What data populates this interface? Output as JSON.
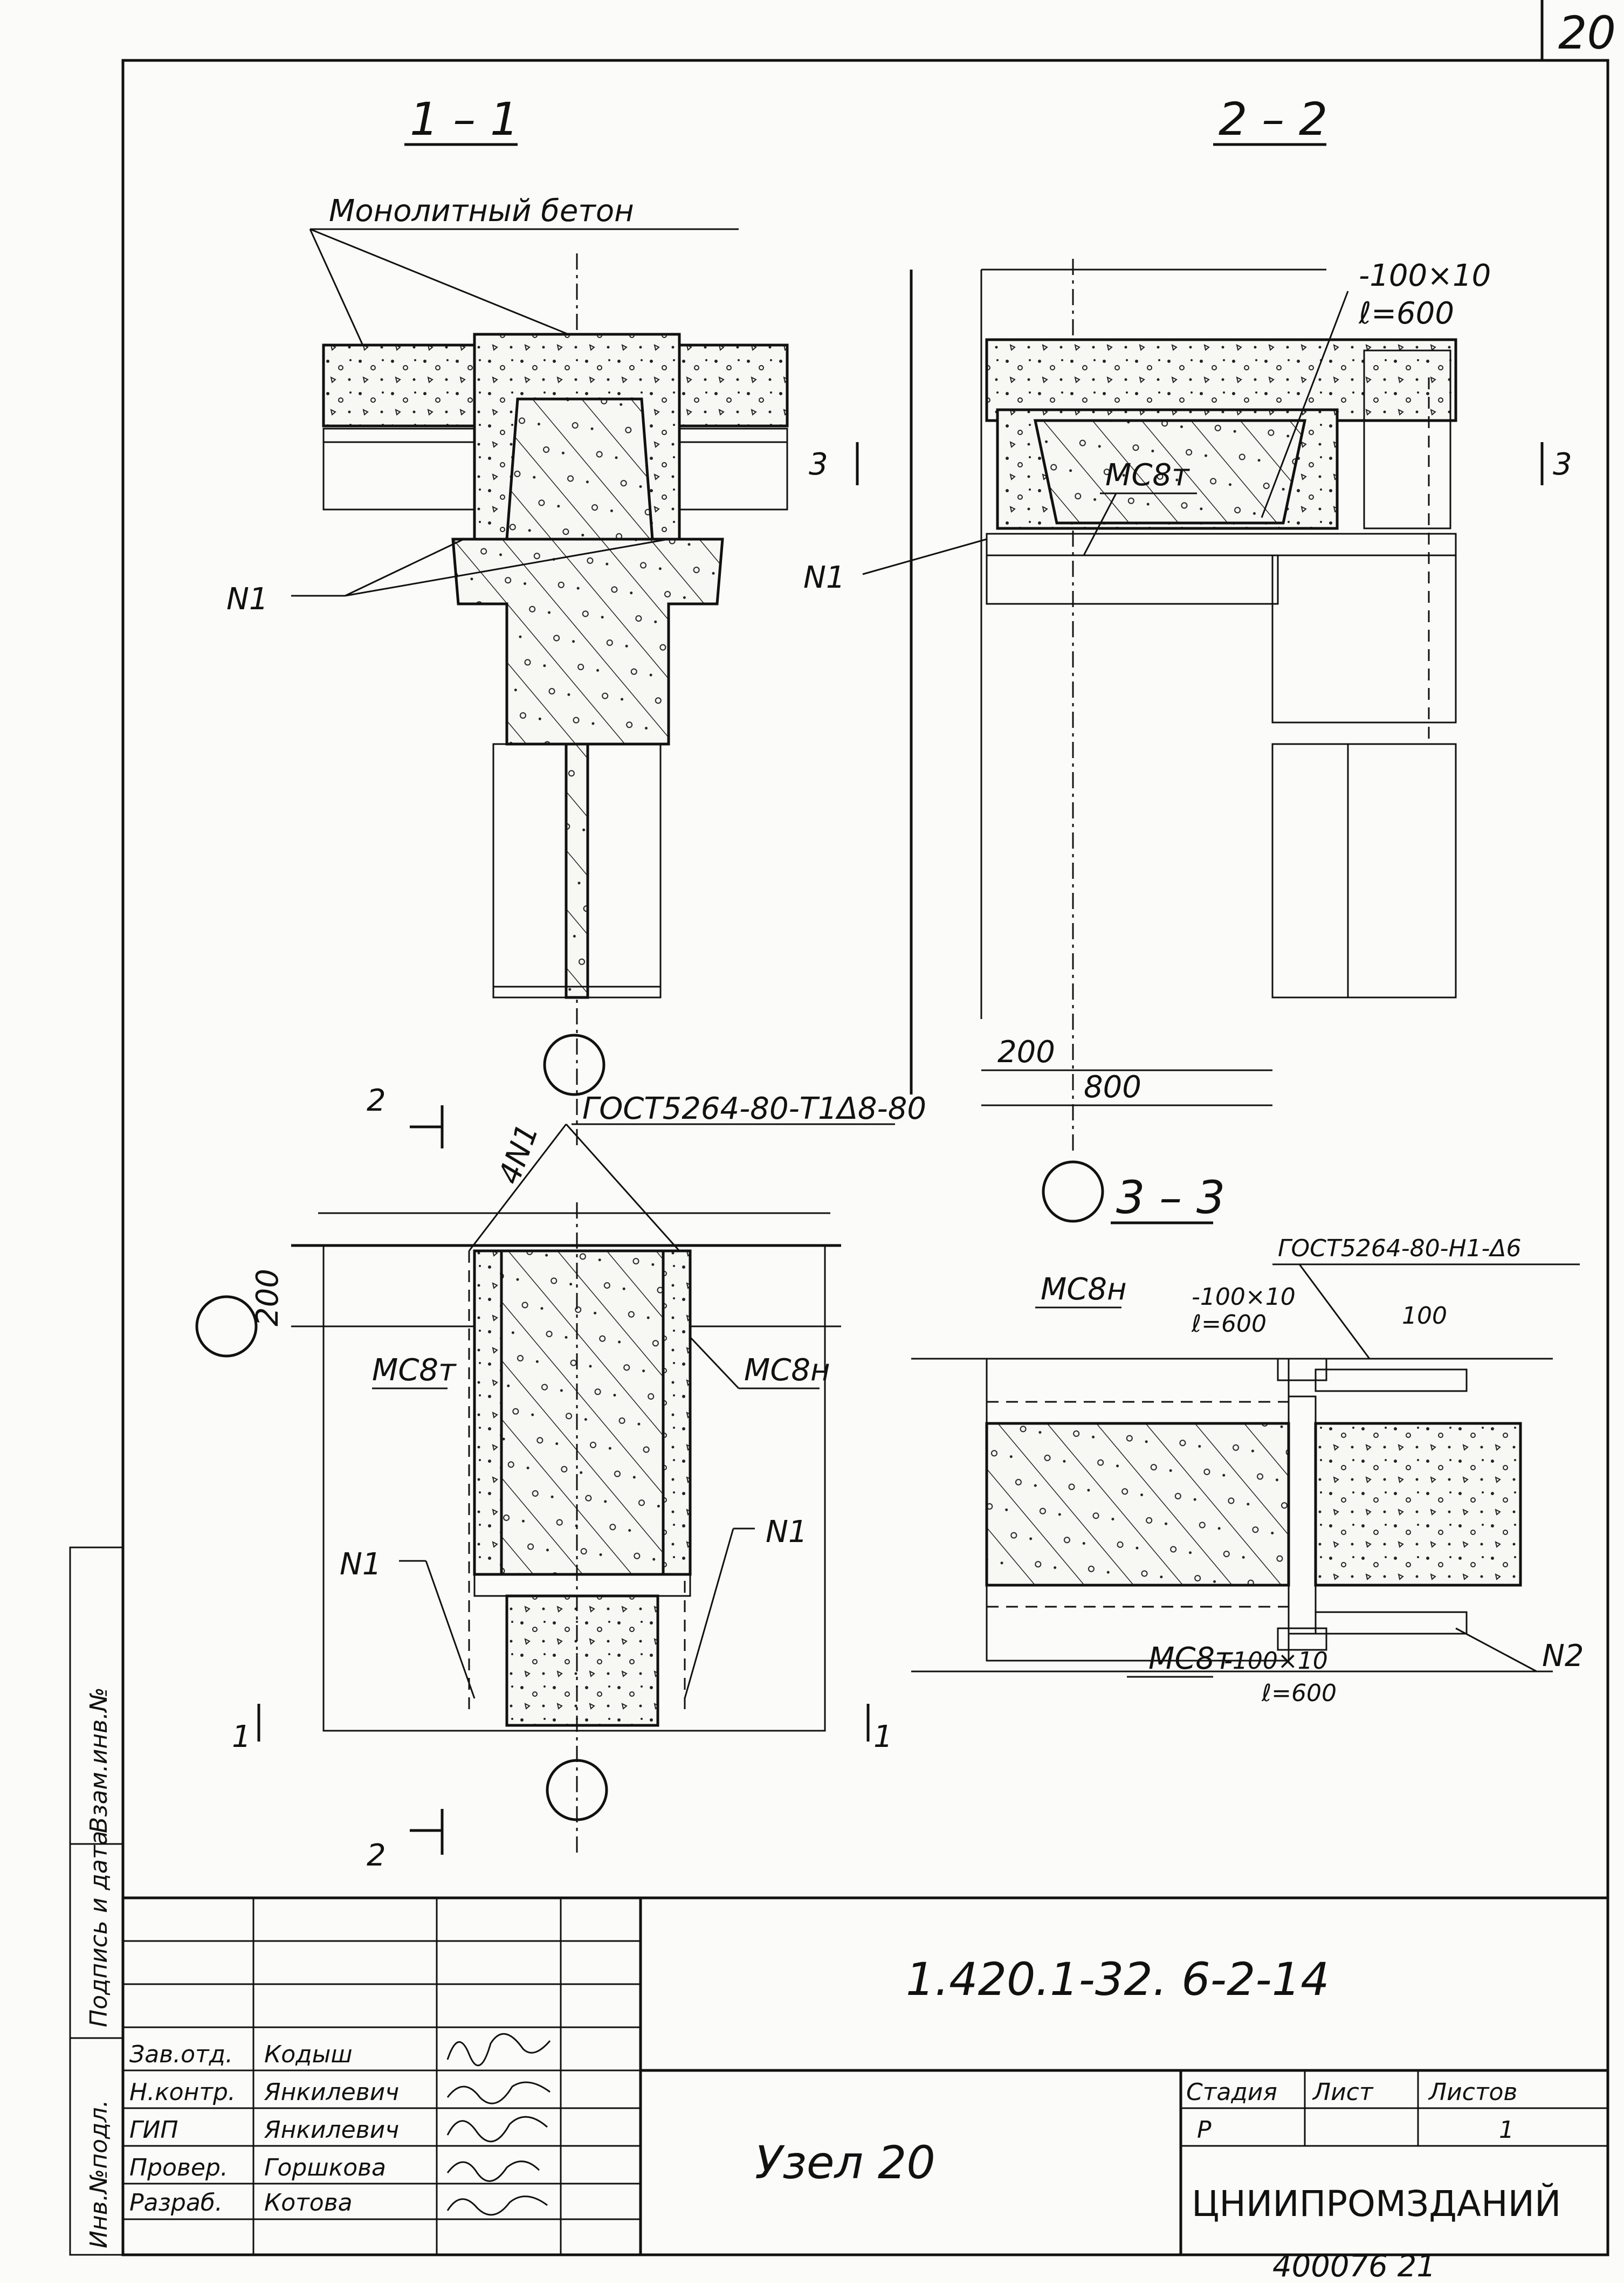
{
  "sheet": {
    "corner_number": "20",
    "bottom_stamp": "400076 21"
  },
  "sections": {
    "s11": "1 – 1",
    "s22": "2 – 2",
    "s33": "3 – 3"
  },
  "labels": {
    "monolith": "Монолитный бетон",
    "n1": "N1",
    "n2": "N2",
    "n4": "4N1",
    "ms8t": "МС8т",
    "ms8n": "МС8н",
    "plate1": "-100×10",
    "plate1_l": "ℓ=600",
    "gost1": "ГОСТ5264-80-Т1Δ8-80",
    "gost2": "ГОСТ5264-80-Н1-Δ6",
    "dim200": "200",
    "dim800": "800",
    "dim100": "100",
    "mark2": "2",
    "mark3": "3",
    "mark1": "1"
  },
  "side_strip": {
    "c1": "Инв.№подл.",
    "c2": "Подпись и дата",
    "c3": "Взам.инв.№"
  },
  "title_block": {
    "code": "1.420.1-32.  6-2-14",
    "title": "Узел 20",
    "org": "ЦНИИПРОМЗДАНИЙ",
    "stage_h": "Стадия",
    "sheet_h": "Лист",
    "sheets_h": "Листов",
    "stage_v": "Р",
    "sheet_v": "",
    "sheets_v": "1",
    "roles": [
      {
        "role": "Зав.отд.",
        "name": "Кодыш"
      },
      {
        "role": "Н.контр.",
        "name": "Янкилевич"
      },
      {
        "role": "ГИП",
        "name": "Янкилевич"
      },
      {
        "role": "Провер.",
        "name": "Горшкова"
      },
      {
        "role": "Разраб.",
        "name": "Котова"
      }
    ]
  }
}
